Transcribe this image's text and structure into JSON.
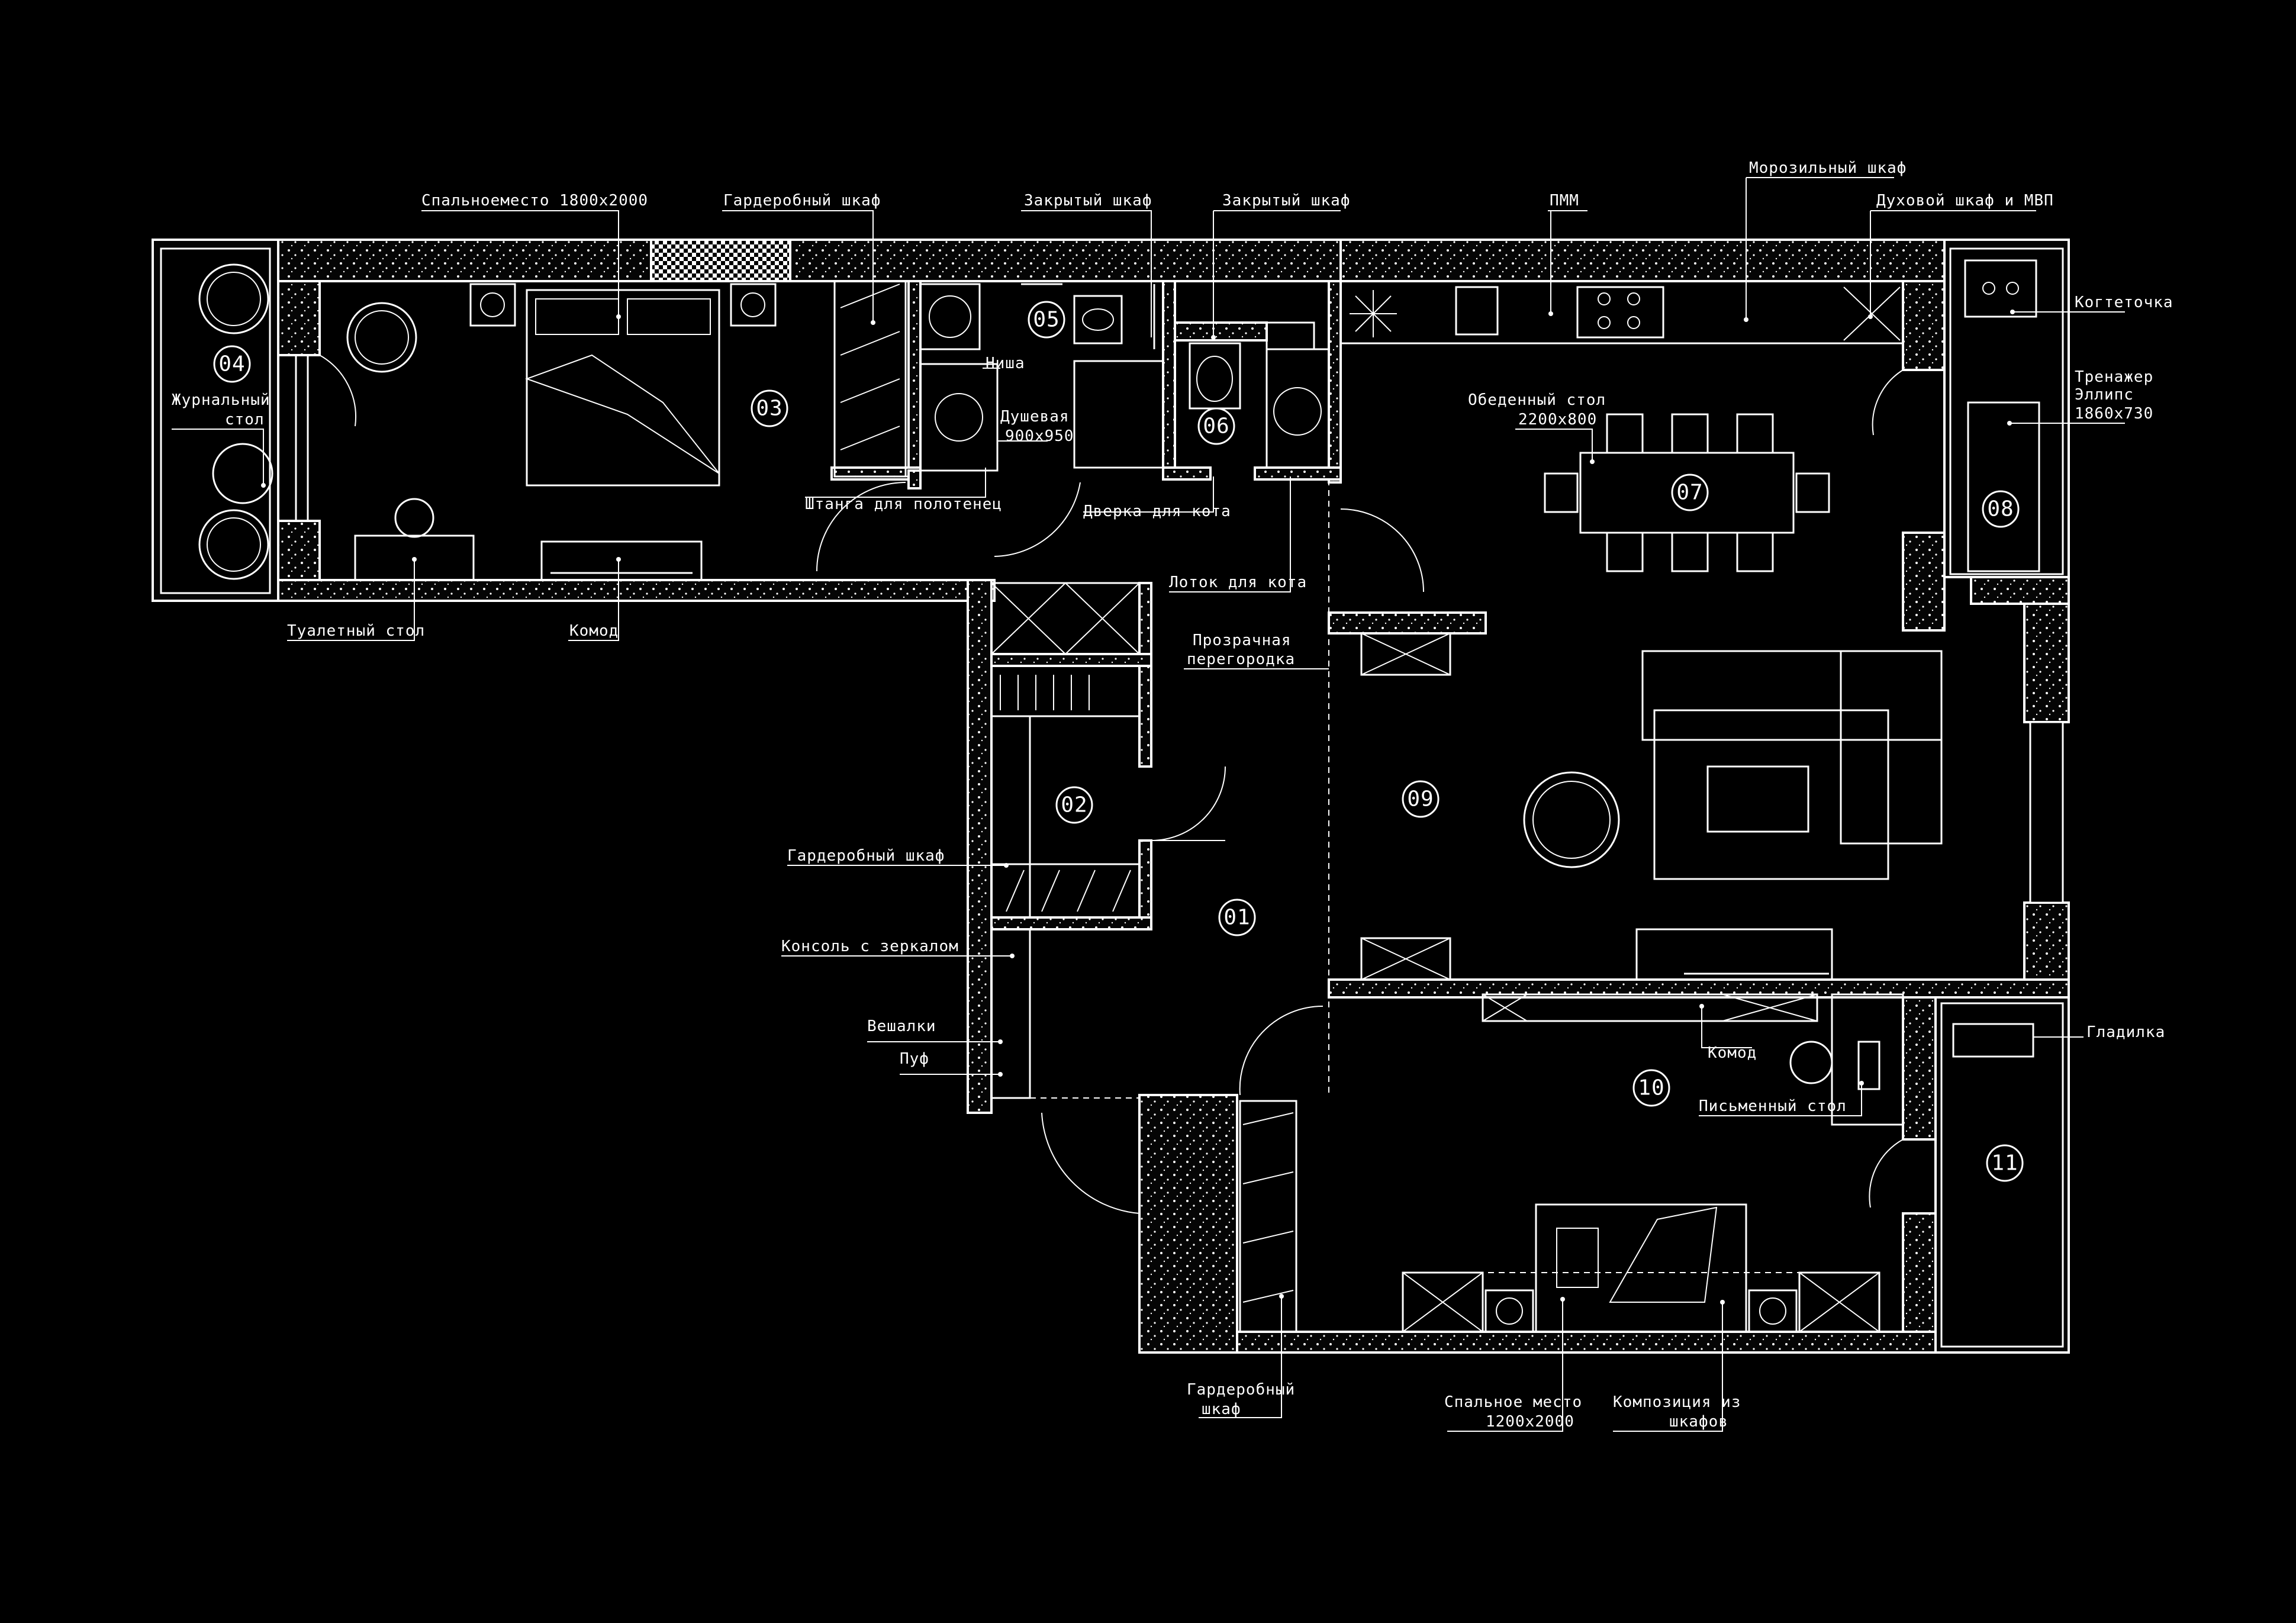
{
  "colors": {
    "background": "#000000",
    "line": "#ffffff"
  },
  "rooms": [
    "01",
    "02",
    "03",
    "04",
    "05",
    "06",
    "07",
    "08",
    "09",
    "10",
    "11"
  ],
  "labels": {
    "bed_1800": "Спальноеместо 1800х2000",
    "wardrobe_top": "Гардеробный шкаф",
    "closed_cab_1": "Закрытый шкаф",
    "closed_cab_2": "Закрытый шкаф",
    "pmm": "ПММ",
    "freezer": "Морозильный шкаф",
    "oven": "Духовой шкаф и МВП",
    "scratcher": "Когтеточка",
    "trainer": [
      "Тренажер",
      "Эллипс",
      "1860х730"
    ],
    "dining": [
      "Обеденный стол",
      "2200х800"
    ],
    "coffee": [
      "Журнальный",
      "стол"
    ],
    "niche": "Ниша",
    "shower": [
      "Душевая",
      "900х950"
    ],
    "towel": "Штанга для полотенец",
    "cat_door": "Дверка для кота",
    "cat_tray": "Лоток для кота",
    "vanity": "Туалетный стол",
    "dresser_1": "Комод",
    "partition": [
      "Прозрачная",
      "перегородка"
    ],
    "wardrobe_02": "Гардеробный шкаф",
    "console": "Консоль с зеркалом",
    "hangers": "Вешалки",
    "pouf": "Пуф",
    "dresser_2": "Комод",
    "desk": "Письменный стол",
    "ironing": "Гладилка",
    "wardrobe_bottom": [
      "Гардеробный",
      "шкаф"
    ],
    "bed_1200": [
      "Спальное место",
      "1200х2000"
    ],
    "cabinets": [
      "Композиция из",
      "шкафов"
    ]
  }
}
